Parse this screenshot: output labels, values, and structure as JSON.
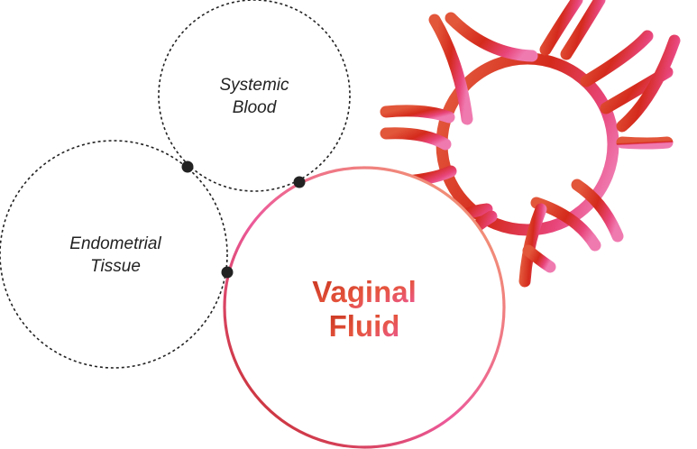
{
  "nodes": {
    "systemic_blood": {
      "line1": "Systemic",
      "line2": "Blood"
    },
    "endometrial_tissue": {
      "line1": "Endometrial",
      "line2": "Tissue"
    },
    "vaginal_fluid": {
      "line1": "Vaginal",
      "line2": "Fluid"
    }
  },
  "colors": {
    "dashed_outline": "#222222",
    "dot": "#222222",
    "gradient_red": "#d42a1c",
    "gradient_orange": "#e8603a",
    "gradient_pink": "#ec5a9a",
    "gradient_peach": "#f09a6a"
  },
  "icons": {
    "decoration": "microbe-icon"
  }
}
